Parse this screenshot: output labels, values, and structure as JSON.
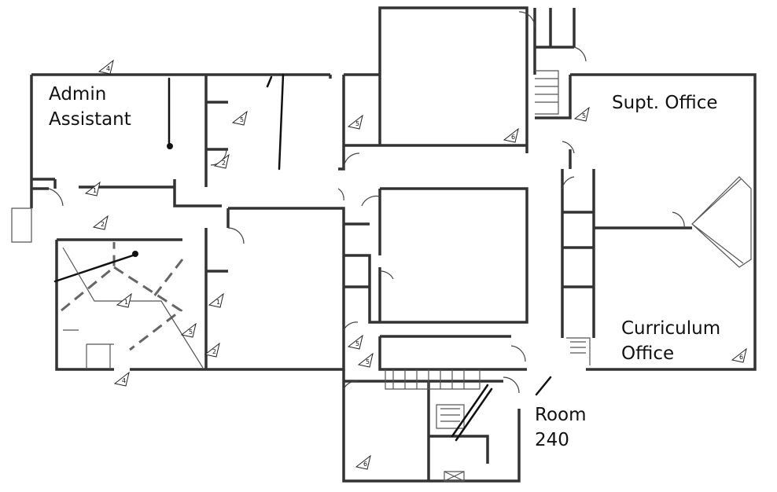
{
  "rooms": {
    "admin_assistant": [
      "Admin",
      "Assistant"
    ],
    "supt_office": "Supt. Office",
    "curriculum_office": [
      "Curriculum",
      "Office"
    ],
    "room_240": [
      "Room",
      "240"
    ]
  },
  "markers": [
    "4",
    "1",
    "2",
    "2",
    "5",
    "5",
    "6",
    "5",
    "1",
    "1",
    "5",
    "2",
    "4",
    "5",
    "5",
    "6",
    "6"
  ]
}
